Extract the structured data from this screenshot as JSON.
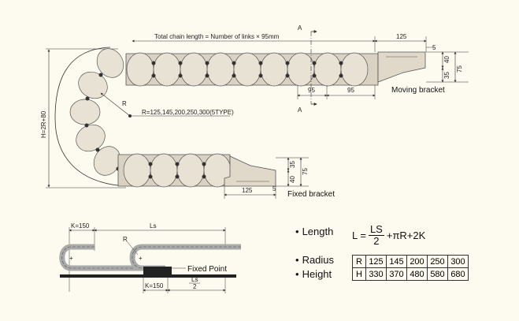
{
  "top_diagram": {
    "total_length_note": "Total chain length = Number of links × 95mm",
    "section_marker_top": "A",
    "section_marker_bottom": "A",
    "dim_125_top": "125",
    "dim_5_top": "5",
    "dim_40_top": "40",
    "dim_35_top": "35",
    "dim_75_top": "75",
    "pitch_1": "95",
    "pitch_2": "95",
    "moving_bracket": "Moving bracket",
    "radius_note": "R=125,145,200,250,300(5TYPE)",
    "radius_symbol": "R",
    "height_note": "H=2R+80",
    "dim_35_bottom": "35",
    "dim_40_bottom": "40",
    "dim_75_bottom": "75",
    "dim_125_bottom": "125",
    "dim_5_bottom": "5",
    "fixed_bracket": "Fixed bracket"
  },
  "bottom_diagram": {
    "k_top": "K=150",
    "ls_top": "Ls",
    "radius_symbol": "R",
    "fixed_point": "Fixed Point",
    "k_bottom": "K=150",
    "ls_half_num": "Ls",
    "ls_half_den": "2"
  },
  "formula": {
    "label": "Length",
    "lhs": "L =",
    "num": "LS",
    "den": "2",
    "rest": "+πR+2K"
  },
  "specs": {
    "radius_label": "Radius",
    "height_label": "Height",
    "r_header": "R",
    "h_header": "H",
    "radius_values": [
      "125",
      "145",
      "200",
      "250",
      "300"
    ],
    "height_values": [
      "330",
      "370",
      "480",
      "580",
      "680"
    ]
  },
  "colors": {
    "background": "#fdfbf0",
    "link_fill": "#d9d2c3",
    "link_stroke": "#555555",
    "line": "#333333"
  }
}
